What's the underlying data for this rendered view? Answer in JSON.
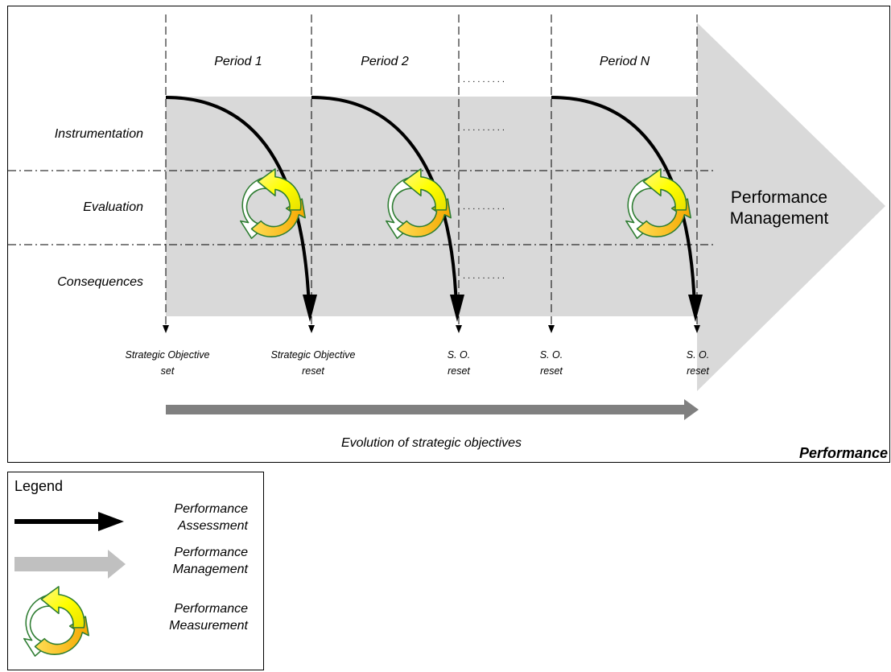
{
  "diagram": {
    "periods": [
      "Period 1",
      "Period 2",
      "Period N"
    ],
    "rows": [
      "Instrumentation",
      "Evaluation",
      "Consequences"
    ],
    "milestones": [
      {
        "line1": "Strategic Objective",
        "line2": "set"
      },
      {
        "line1": "Strategic Objective",
        "line2": "reset"
      },
      {
        "line1": "S. O.",
        "line2": "reset"
      },
      {
        "line1": "S. O.",
        "line2": "reset"
      },
      {
        "line1": "S. O.",
        "line2": "reset"
      }
    ],
    "management_label": {
      "line1": "Performance",
      "line2": "Management"
    },
    "evolution_label": "Evolution of strategic objectives",
    "corner_label": "Performance",
    "ellipsis": ". . . . . . . . ."
  },
  "legend": {
    "title": "Legend",
    "items": [
      {
        "icon": "black-arrow",
        "line1": "Performance",
        "line2": "Assessment"
      },
      {
        "icon": "grey-arrow",
        "line1": "Performance",
        "line2": "Management"
      },
      {
        "icon": "cycle",
        "line1": "Performance",
        "line2": "Measurement"
      }
    ]
  },
  "colors": {
    "band": "#d9d9d9",
    "evolution_arrow": "#808080",
    "cycle_yellow": "#ffff00",
    "cycle_orange": "#ffc000",
    "cycle_green": "#339933"
  }
}
